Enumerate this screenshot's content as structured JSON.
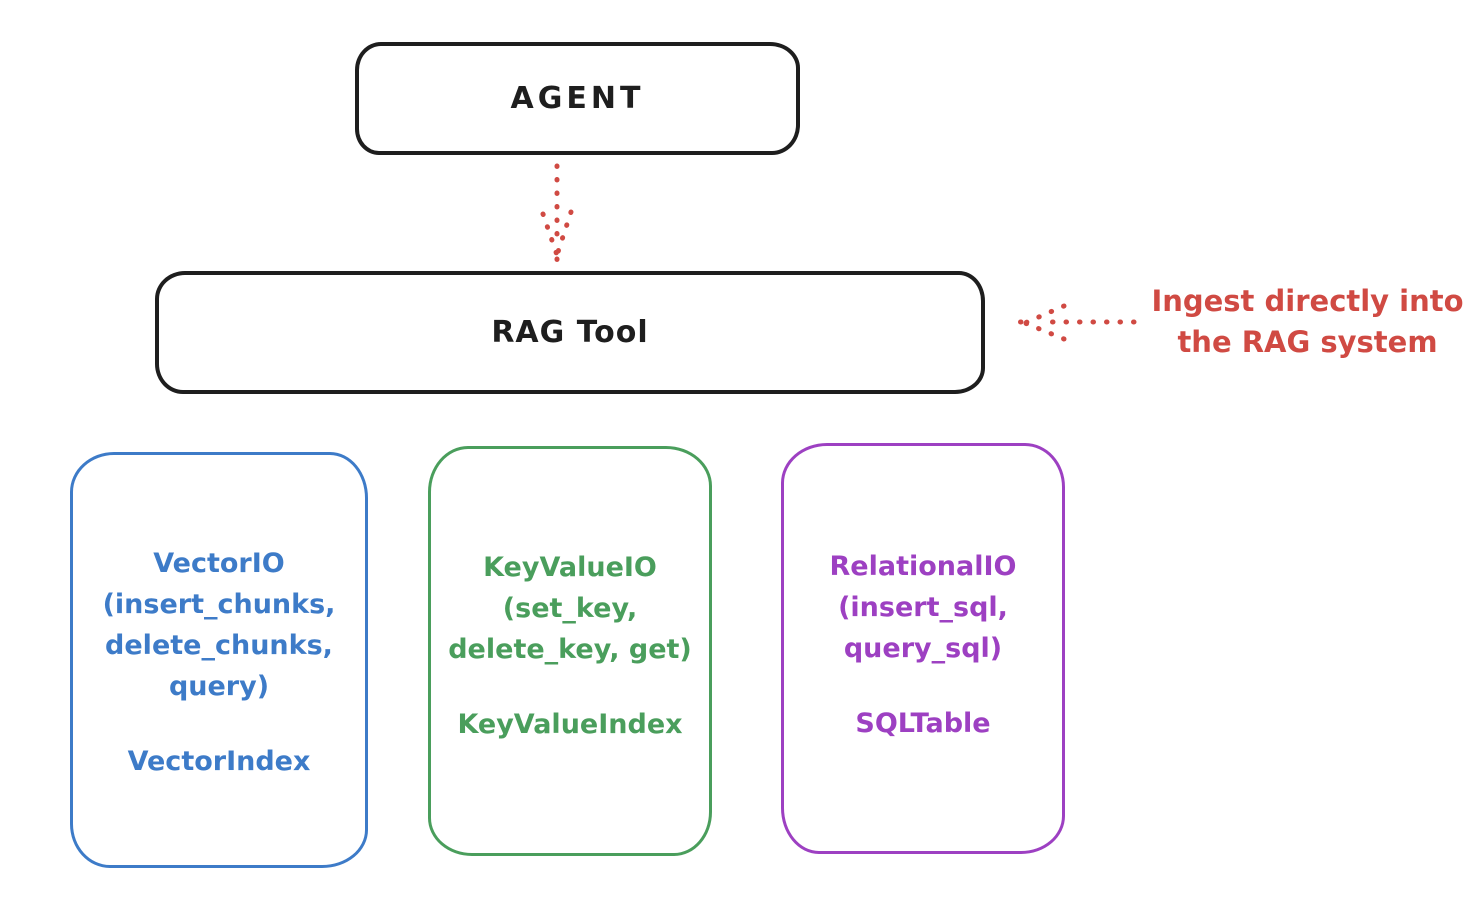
{
  "colors": {
    "ink": "#1e1e1e",
    "red": "#d04a43"
  },
  "nodes": {
    "agent": {
      "label": "AGENT"
    },
    "rag_tool": {
      "label": "RAG Tool"
    }
  },
  "annotation": {
    "line1": "Ingest directly into",
    "line2": "the RAG system"
  },
  "icons": {
    "agent_to_rag": "dotted-arrow-down",
    "ingest": "dotted-arrow-left"
  },
  "subsystems": [
    {
      "id": "vector-io",
      "color": "#3d7bc8",
      "lines": [
        "VectorIO",
        "(insert_chunks,",
        "delete_chunks,",
        "query)"
      ],
      "index_label": "VectorIndex"
    },
    {
      "id": "key-value-io",
      "color": "#4a9e5c",
      "lines": [
        "KeyValueIO",
        "(set_key,",
        "delete_key, get)"
      ],
      "index_label": "KeyValueIndex"
    },
    {
      "id": "relational-io",
      "color": "#9d40c2",
      "lines": [
        "RelationalIO",
        "(insert_sql,",
        "query_sql)"
      ],
      "index_label": "SQLTable"
    }
  ]
}
